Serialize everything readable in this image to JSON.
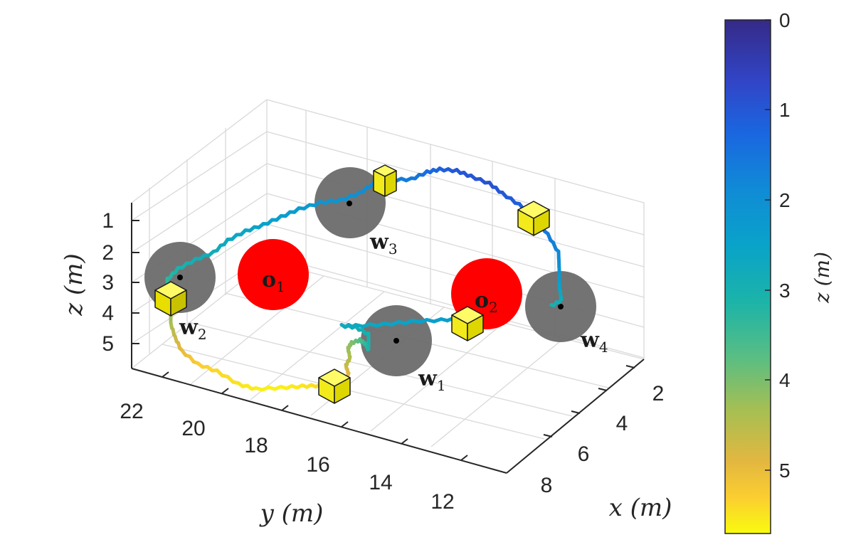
{
  "chart_data": {
    "type": "line3d",
    "xlabel": "x (m)",
    "ylabel": "y (m)",
    "zlabel": "z (m)",
    "x_ticks": [
      "2",
      "4",
      "6",
      "8"
    ],
    "y_ticks": [
      "22",
      "20",
      "18",
      "16",
      "14",
      "12"
    ],
    "z_ticks": [
      "1",
      "2",
      "3",
      "4",
      "5"
    ],
    "colorbar": {
      "label": "z (m)",
      "ticks": [
        "0",
        "1",
        "2",
        "3",
        "4",
        "5"
      ],
      "range": [
        0,
        5.7
      ],
      "colormap": "parula"
    },
    "obstacles": [
      {
        "label": "o",
        "sub": "1",
        "color": "#ff0000"
      },
      {
        "label": "o",
        "sub": "2",
        "color": "#ff0000"
      }
    ],
    "waypoints": [
      {
        "label": "w",
        "sub": "1"
      },
      {
        "label": "w",
        "sub": "2"
      },
      {
        "label": "w",
        "sub": "3"
      },
      {
        "label": "w",
        "sub": "4"
      }
    ],
    "colors": {
      "waypoint_region": "#6b6b6b",
      "obstacle": "#ff0000",
      "drone": "#f2ea1a",
      "grid": "#d9d9d9",
      "axis": "#262626"
    }
  }
}
